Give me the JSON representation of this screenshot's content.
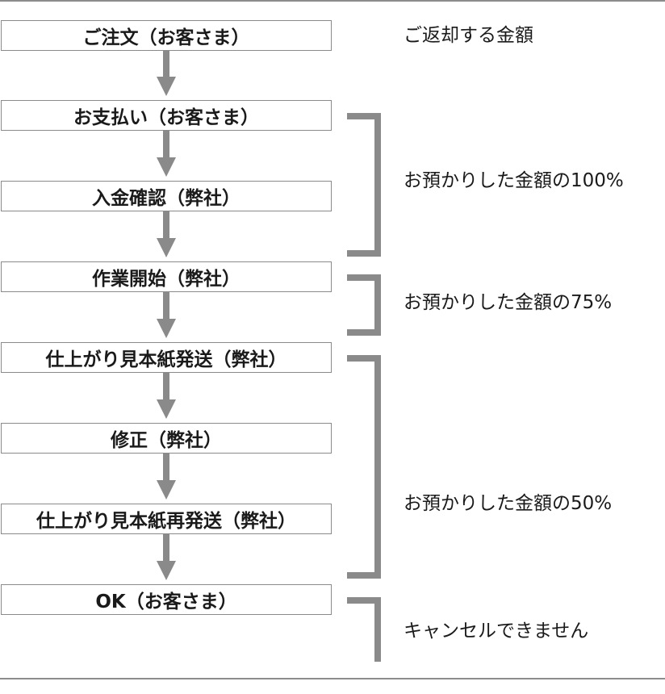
{
  "steps": [
    "ご注文（お客さま）",
    "お支払い（お客さま）",
    "入金確認（弊社）",
    "作業開始（弊社）",
    "仕上がり見本紙発送（弊社）",
    "修正（弊社）",
    "仕上がり見本紙再発送（弊社）",
    "OK（お客さま）"
  ],
  "refund": {
    "header": "ご返却する金額",
    "amounts": [
      "お預かりした金額の100%",
      "お預かりした金額の75%",
      "お預かりした金額の50%",
      "キャンセルできません"
    ]
  },
  "colors": {
    "arrow": "#8a8a8a",
    "bracket": "#8a8a8a",
    "box_border": "#8a8a8a",
    "rule": "#8c8c8c"
  }
}
